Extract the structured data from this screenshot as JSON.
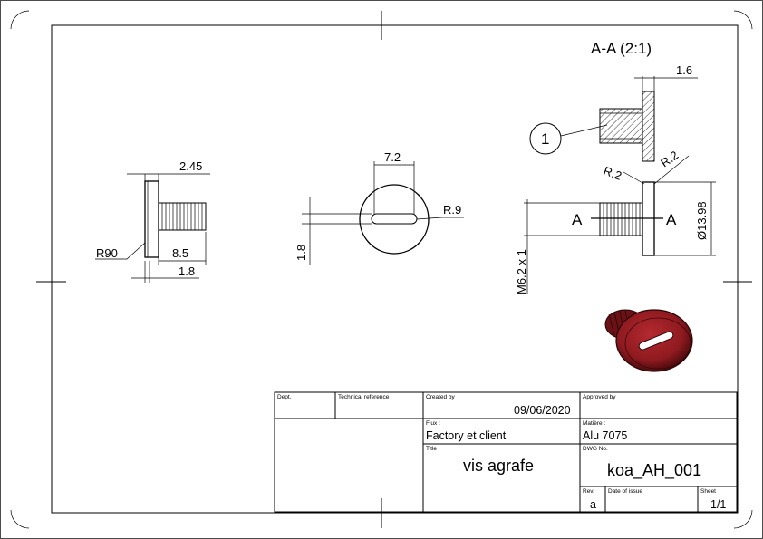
{
  "views": {
    "section": {
      "title": "A-A (2:1)",
      "dim_head_thickness": "1.6",
      "balloon": "1",
      "radius_left": "R.2",
      "radius_right": "R.2",
      "cut_left": "A",
      "cut_right": "A",
      "dim_diameter": "Ø13.98",
      "dim_thread": "M6.2 x 1"
    },
    "side": {
      "dim_head": "2.45",
      "dim_radius": "R90",
      "dim_length": "8.5",
      "dim_thread_len": "1.8"
    },
    "front": {
      "dim_slot_len": "7.2",
      "dim_slot_width": "1.8",
      "dim_slot_radius": "R.9"
    }
  },
  "title_block": {
    "dept_label": "Dept.",
    "tech_ref_label": "Technical reference",
    "created_by_label": "Created by",
    "created_date": "09/06/2020",
    "approved_by_label": "Approved by",
    "flux_label": "Flux :",
    "flux_value": "Factory et client",
    "matiere_label": "Matière :",
    "matiere_value": "Alu 7075",
    "title_label": "Title",
    "title_value": "vis agrafe",
    "dwg_label": "DWG No.",
    "dwg_value": "koa_AH_001",
    "rev_label": "Rev.",
    "rev_value": "a",
    "date_issue_label": "Date of issue",
    "sheet_label": "Sheet",
    "sheet_value": "1/1"
  },
  "colors": {
    "render_red": "#8e1a1f",
    "render_dark": "#4a0a0d",
    "line": "#000000"
  }
}
